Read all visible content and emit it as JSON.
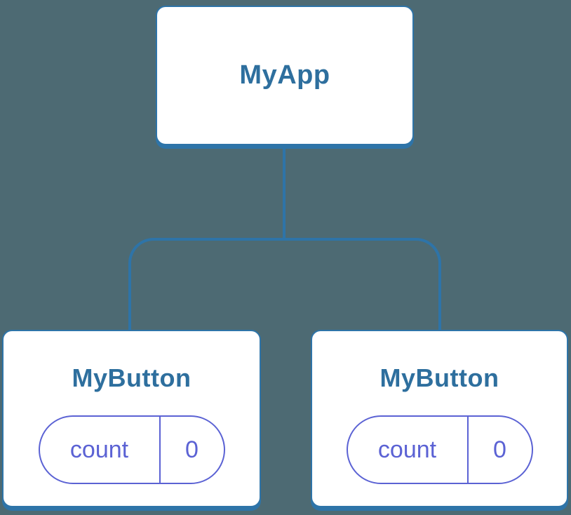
{
  "colors": {
    "bg": "#4D6A73",
    "line": "#2E74A8",
    "node-fill": "#FFFFFF",
    "node-text": "#2E6F9E",
    "accent": "#5B62D4"
  },
  "tree": {
    "root": {
      "label": "MyApp"
    },
    "children": [
      {
        "label": "MyButton",
        "state": {
          "key": "count",
          "value": "0"
        }
      },
      {
        "label": "MyButton",
        "state": {
          "key": "count",
          "value": "0"
        }
      }
    ]
  }
}
